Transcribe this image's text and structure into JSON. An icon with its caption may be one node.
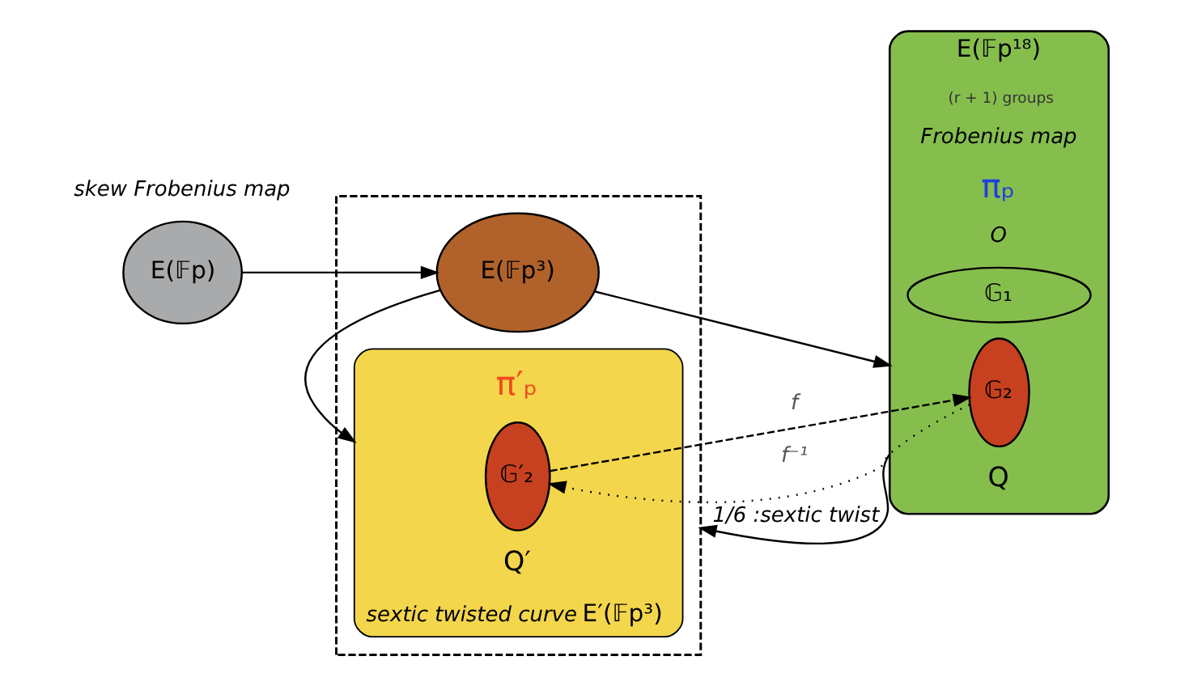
{
  "diagram": {
    "nodes": [
      {
        "text": [
          "E(𝔽p)"
        ]
      },
      {
        "text": [],
        "shape": "box"
      },
      {
        "text": [
          "E(𝔽p³)"
        ],
        "in": 1
      },
      {
        "text": [
          "E′(𝔽p³)"
        ],
        "in": 1,
        "beside": [
          "sextic twisted curve"
        ]
      },
      {
        "text": [
          "𝔾′₂"
        ],
        "in": 3,
        "beside": [
          "Q′"
        ]
      },
      {
        "text": [
          "E(𝔽p¹⁸)"
        ]
      },
      {
        "text": [
          "𝔾₁"
        ],
        "in": 5
      },
      {
        "text": [
          "𝔾₂"
        ],
        "in": 5,
        "beside": [
          "Q"
        ]
      }
    ],
    "edges": [
      {
        "from": 0,
        "to": 2,
        "arrow": "to"
      },
      {
        "from": 2,
        "to": 5,
        "arrow": "to"
      },
      {
        "from": 2,
        "to": 3,
        "arrow": "to"
      },
      {
        "from": 4,
        "to": 7,
        "arrow": "to",
        "label": "f",
        "style": "dashed"
      },
      {
        "from": 7,
        "to": 4,
        "arrow": "to",
        "label": "f⁻¹",
        "style": "dashed"
      },
      {
        "from": 5,
        "to": 1,
        "arrow": "to",
        "label": "1/6 :sextic twist"
      }
    ],
    "labels": [
      "(r + 1) groups",
      "Frobenius map",
      "πₚ",
      "O",
      "skew Frobenius map",
      "π′ₚ"
    ]
  }
}
